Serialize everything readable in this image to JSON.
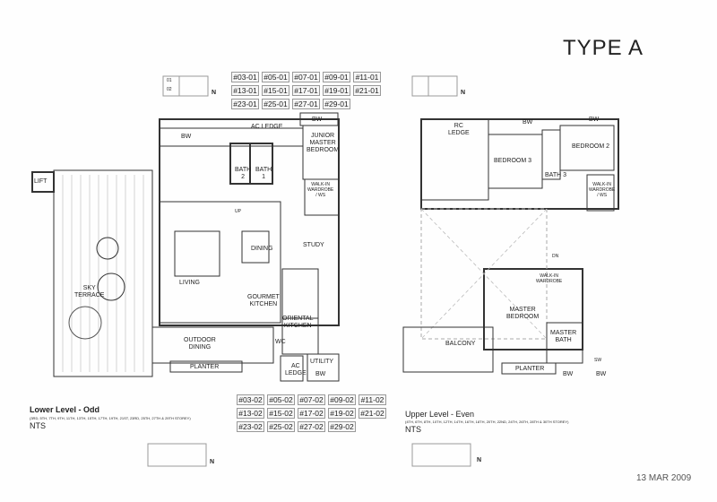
{
  "title": "TYPE A",
  "stamp": "13 MAR 2009",
  "units_01": [
    "#03-01",
    "#05-01",
    "#07-01",
    "#09-01",
    "#11-01",
    "#13-01",
    "#15-01",
    "#17-01",
    "#19-01",
    "#21-01",
    "#23-01",
    "#25-01",
    "#27-01",
    "#29-01"
  ],
  "units_02": [
    "#03-02",
    "#05-02",
    "#07-02",
    "#09-02",
    "#11-02",
    "#13-02",
    "#15-02",
    "#17-02",
    "#19-02",
    "#21-02",
    "#23-02",
    "#25-02",
    "#27-02",
    "#29-02"
  ],
  "lower": {
    "title": "Lower Level - Odd",
    "storeys": "(3RD, 5TH, 7TH, 9TH, 11TH, 13TH, 15TH, 17TH, 19TH, 21ST, 23RD, 25TH, 27TH & 29TH STOREY)",
    "scale": "NTS",
    "rooms": {
      "ac_ledge": "AC LEDGE",
      "bw1": "BW",
      "bw2": "BW",
      "jmb": "JUNIOR\nMASTER\nBEDROOM",
      "bath2": "BATH\n2",
      "bath1": "BATH\n1",
      "lift": "LIFT",
      "wiw": "WALK-IN\nWARDROBE\n/ WS",
      "up": "UP",
      "dining": "DINING",
      "living": "LIVING",
      "study": "STUDY",
      "sky": "SKY\nTERRACE",
      "gourmet": "GOURMET\nKITCHEN",
      "oriental": "ORIENTAL\nKITCHEN",
      "outdoor": "OUTDOOR\nDINING",
      "wc": "WC",
      "planter": "PLANTER",
      "ac_ledge2": "AC\nLEDGE",
      "utility": "UTILITY",
      "bw3": "BW"
    }
  },
  "upper": {
    "title": "Upper Level - Even",
    "storeys": "(4TH, 6TH, 8TH, 10TH, 12TH, 14TH, 16TH, 18TH, 20TH, 22ND, 24TH, 26TH, 28TH & 30TH STOREY)",
    "scale": "NTS",
    "rooms": {
      "rc": "RC\nLEDGE",
      "bw1": "BW",
      "bw2": "BW",
      "bed3": "BEDROOM 3",
      "bed2": "BEDROOM 2",
      "bath3": "BATH 3",
      "wiw": "WALK-IN\nWARDROBE\n/ WS",
      "dn": "DN",
      "mb": "MASTER\nBEDROOM",
      "mbwiw": "WALK-IN\nWARDROBE",
      "balcony": "BALCONY",
      "mbath": "MASTER\nBATH",
      "planter": "PLANTER",
      "bw3": "BW",
      "bw4": "BW",
      "sw": "SW"
    }
  },
  "keyplan": {
    "u1": "01",
    "u2": "02",
    "north": "N"
  }
}
